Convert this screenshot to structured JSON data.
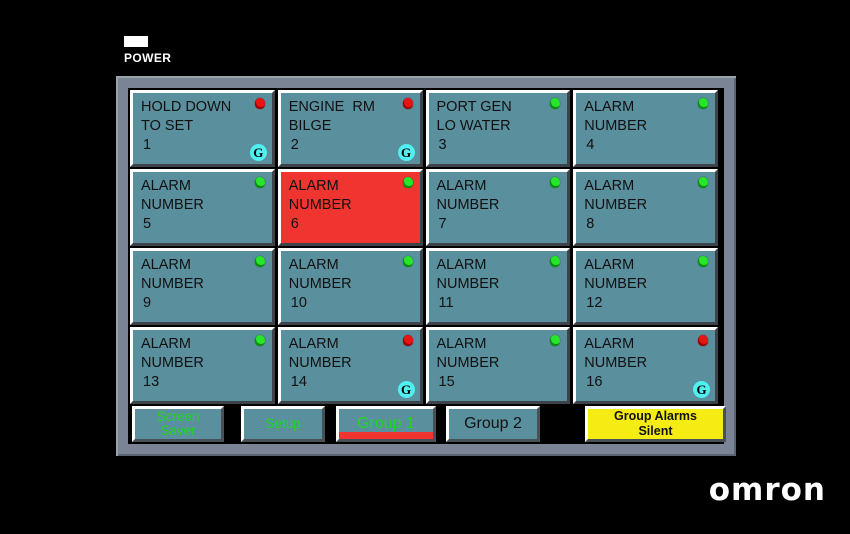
{
  "device": {
    "power_led_label": "POWER",
    "brand_logo": "omron"
  },
  "colors": {
    "button_normal": "#5a8f9e",
    "button_alarm": "#f0342f",
    "led_red": "#e81414",
    "led_green": "#27e52a",
    "group_badge": "#4ff0ef",
    "silent_button": "#f5ec13",
    "bezel": "#7a8494",
    "screen": "#000000",
    "green_text": "#1dd81d"
  },
  "alarms": [
    {
      "line1": "HOLD DOWN",
      "line2": "TO SET",
      "number": "1",
      "led": "red",
      "group": "G",
      "state": "normal"
    },
    {
      "line1": "ENGINE  RM",
      "line2": "BILGE",
      "number": "2",
      "led": "red",
      "group": "G",
      "state": "normal"
    },
    {
      "line1": "PORT GEN",
      "line2": "LO WATER",
      "number": "3",
      "led": "green",
      "group": "",
      "state": "normal"
    },
    {
      "line1": "ALARM",
      "line2": "NUMBER",
      "number": "4",
      "led": "green",
      "group": "",
      "state": "normal"
    },
    {
      "line1": "ALARM",
      "line2": "NUMBER",
      "number": "5",
      "led": "green",
      "group": "",
      "state": "normal"
    },
    {
      "line1": "ALARM",
      "line2": "NUMBER",
      "number": "6",
      "led": "green",
      "group": "",
      "state": "alarm"
    },
    {
      "line1": "ALARM",
      "line2": "NUMBER",
      "number": "7",
      "led": "green",
      "group": "",
      "state": "normal"
    },
    {
      "line1": "ALARM",
      "line2": "NUMBER",
      "number": "8",
      "led": "green",
      "group": "",
      "state": "normal"
    },
    {
      "line1": "ALARM",
      "line2": "NUMBER",
      "number": "9",
      "led": "green",
      "group": "",
      "state": "normal"
    },
    {
      "line1": "ALARM",
      "line2": "NUMBER",
      "number": "10",
      "led": "green",
      "group": "",
      "state": "normal"
    },
    {
      "line1": "ALARM",
      "line2": "NUMBER",
      "number": "11",
      "led": "green",
      "group": "",
      "state": "normal"
    },
    {
      "line1": "ALARM",
      "line2": "NUMBER",
      "number": "12",
      "led": "green",
      "group": "",
      "state": "normal"
    },
    {
      "line1": "ALARM",
      "line2": "NUMBER",
      "number": "13",
      "led": "green",
      "group": "",
      "state": "normal"
    },
    {
      "line1": "ALARM",
      "line2": "NUMBER",
      "number": "14",
      "led": "red",
      "group": "G",
      "state": "normal"
    },
    {
      "line1": "ALARM",
      "line2": "NUMBER",
      "number": "15",
      "led": "green",
      "group": "",
      "state": "normal"
    },
    {
      "line1": "ALARM",
      "line2": "NUMBER",
      "number": "16",
      "led": "red",
      "group": "G",
      "state": "normal"
    }
  ],
  "controls": {
    "screen_saver": "Screen\nSaver",
    "setup": "Setup",
    "group1": "Group 1",
    "group2": "Group 2",
    "group_alarms_silent": "Group Alarms\nSilent"
  }
}
